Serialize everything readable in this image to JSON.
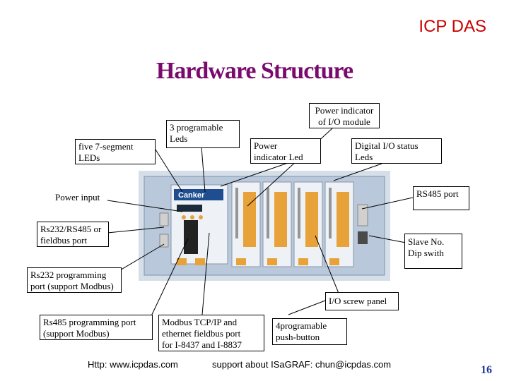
{
  "header": {
    "brand": "ICP DAS",
    "title": "Hardware Structure"
  },
  "labels": {
    "seven_segment": "five 7-segment\nLEDs",
    "programable_leds": "3 programable\nLeds",
    "power_indicator_io": "Power indicator\nof I/O module",
    "power_indicator_led": "Power\nindicator Led",
    "digital_io_status": "Digital I/O status\nLeds",
    "power_input": "Power input",
    "rs485_port": "RS485 port",
    "rs232_rs485": "Rs232/RS485 or\nfieldbus port",
    "slave_no": "Slave No.\nDip swith",
    "rs232_programming": "Rs232 programming\nport (support Modbus)",
    "io_screw_panel": "I/O screw panel",
    "rs485_programming": "Rs485 programming port\n(support Modbus)",
    "modbus_tcp": "Modbus TCP/IP and\nethernet fieldbus port\nfor I-8437 and I-8837",
    "pushbutton": "4programable\npush-button"
  },
  "device": {
    "brand_plate": "Canker"
  },
  "footer": {
    "url": "Http: www.icpdas.com",
    "support": "support about ISaGRAF:  chun@icpdas.com",
    "page_number": "16"
  },
  "colors": {
    "brand": "#cc0000",
    "title": "#7a0a6e",
    "page_number": "#1a3a9a",
    "device_frame": "#c7d4e4",
    "terminal": "#e8a23a"
  }
}
